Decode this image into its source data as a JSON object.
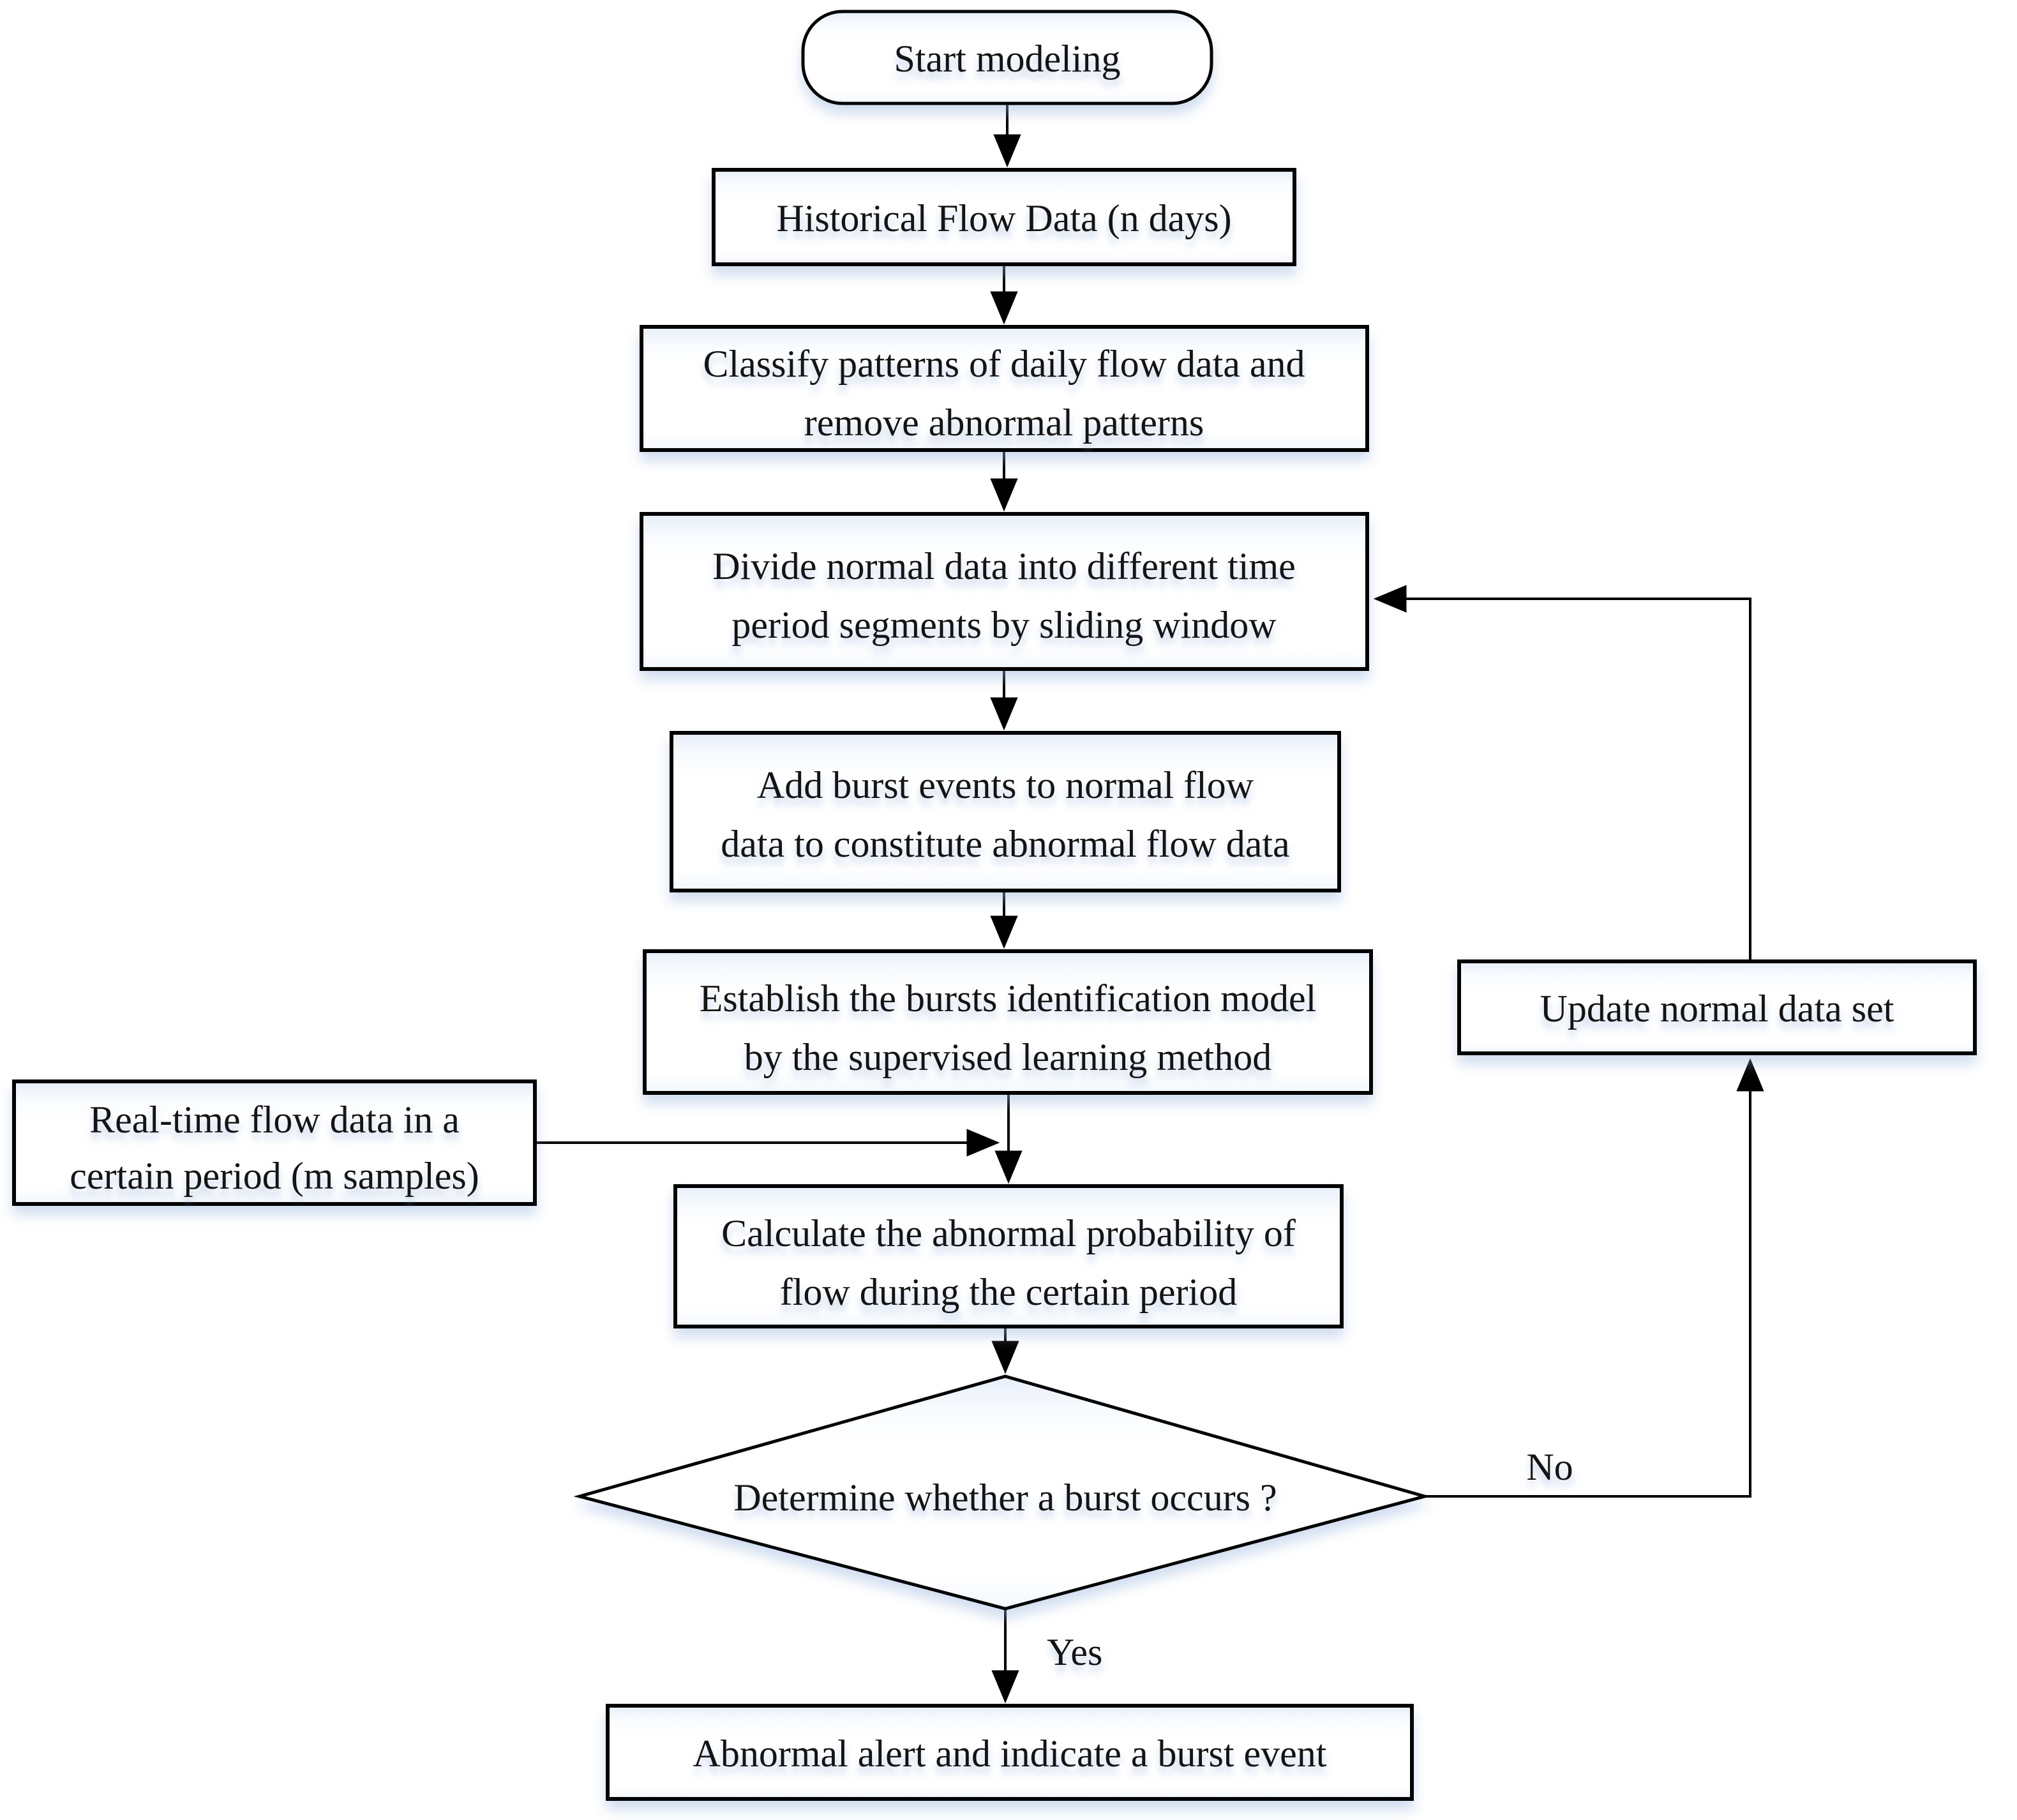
{
  "figure": {
    "background": "#ffffff",
    "line_color": "#000000",
    "glow_color": "#cfdff0",
    "text_color": "#141414",
    "diagram_type": "flowchart"
  },
  "nodes": {
    "start": {
      "label": "Start modeling"
    },
    "historical": {
      "label": "Historical Flow Data (n days)"
    },
    "classify": {
      "line1": "Classify patterns of daily flow data and",
      "line2": "remove abnormal patterns"
    },
    "divide": {
      "line1": "Divide normal data into different time",
      "line2": "period segments by sliding window"
    },
    "add_burst": {
      "line1": "Add burst events to normal flow",
      "line2": "data to constitute abnormal flow data"
    },
    "establish": {
      "line1": "Establish the bursts identification model",
      "line2": "by the supervised learning method"
    },
    "realtime": {
      "line1": "Real-time flow data in a",
      "line2": "certain period (m samples)"
    },
    "calculate": {
      "line1": "Calculate the abnormal probability of",
      "line2": "flow during the certain period"
    },
    "decision": {
      "label": "Determine whether a burst occurs ?"
    },
    "alert": {
      "label": "Abnormal alert and indicate a burst event"
    },
    "update": {
      "label": "Update normal data set"
    }
  },
  "edges": {
    "yes_label": "Yes",
    "no_label": "No"
  }
}
